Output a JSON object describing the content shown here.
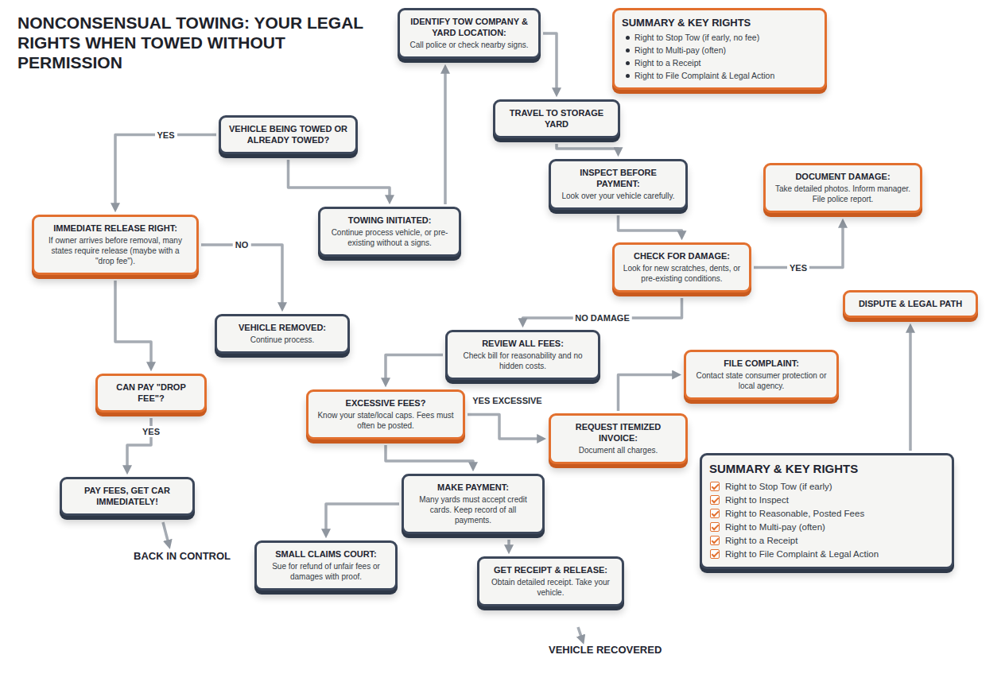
{
  "diagram": {
    "title": "NONCONSENSUAL TOWING: YOUR LEGAL RIGHTS WHEN TOWED WITHOUT PERMISSION",
    "nodes": [
      {
        "text": [
          "VEHICLE BEING TOWED OR ALREADY TOWED?"
        ]
      },
      {
        "text": [
          "IMMEDIATE RELEASE RIGHT:",
          "If owner arrives before removal, many states require release (maybe with a \"drop fee\")."
        ]
      },
      {
        "text": [
          "VEHICLE REMOVED:",
          "Continue process."
        ]
      },
      {
        "text": [
          "CAN PAY \"DROP FEE\"?"
        ]
      },
      {
        "text": [
          "PAY FEES, GET CAR IMMEDIATELY!"
        ]
      },
      {
        "text": [
          "TOWING INITIATED:",
          "Continue process vehicle, or pre-existing without a signs."
        ]
      },
      {
        "text": [
          "IDENTIFY TOW COMPANY & YARD LOCATION:",
          "Call police or check nearby signs."
        ]
      },
      {
        "text": [
          "TRAVEL TO STORAGE YARD"
        ]
      },
      {
        "text": [
          "INSPECT BEFORE PAYMENT:",
          "Look over your vehicle carefully."
        ]
      },
      {
        "text": [
          "CHECK FOR DAMAGE:",
          "Look for new scratches, dents, or pre-existing conditions."
        ]
      },
      {
        "text": [
          "DOCUMENT DAMAGE:",
          "Take detailed photos. Inform manager. File police report."
        ]
      },
      {
        "text": [
          "SUMMARY & KEY RIGHTS",
          "Right to Stop Tow (if early, no fee)",
          "Right to Multi-pay (often)",
          "Right to a Receipt",
          "Right to File Complaint & Legal Action"
        ]
      },
      {
        "text": [
          "REVIEW ALL FEES:",
          "Check bill for reasonability and no hidden costs."
        ]
      },
      {
        "text": [
          "EXCESSIVE FEES?",
          "Know your state/local caps. Fees must often be posted."
        ]
      },
      {
        "text": [
          "REQUEST ITEMIZED INVOICE:",
          "Document all charges."
        ]
      },
      {
        "text": [
          "FILE COMPLAINT:",
          "Contact state consumer protection or local agency."
        ]
      },
      {
        "text": [
          "DISPUTE & LEGAL PATH"
        ]
      },
      {
        "text": [
          "MAKE PAYMENT:",
          "Many yards must accept credit cards. Keep record of all payments."
        ]
      },
      {
        "text": [
          "SMALL CLAIMS COURT:",
          "Sue for refund of unfair fees or damages with proof."
        ]
      },
      {
        "text": [
          "GET RECEIPT & RELEASE:",
          "Obtain detailed receipt. Take your vehicle."
        ]
      },
      {
        "text": [
          "SUMMARY & KEY RIGHTS",
          "Right to Stop Tow (if early)",
          "Right to Inspect",
          "Right to Reasonable, Posted Fees",
          "Right to Multi-pay (often)",
          "Right to a Receipt",
          "Right to File Complaint & Legal Action"
        ]
      }
    ],
    "edges": [
      {
        "from": 0,
        "to": 1,
        "label": "YES",
        "arrow": "to"
      },
      {
        "from": 1,
        "to": 2,
        "label": "NO",
        "arrow": "to"
      },
      {
        "from": 1,
        "to": 3,
        "arrow": "to"
      },
      {
        "from": 3,
        "to": 4,
        "label": "YES",
        "arrow": "to"
      },
      {
        "from": 0,
        "to": 5,
        "arrow": "to"
      },
      {
        "from": 5,
        "to": 6,
        "arrow": "to"
      },
      {
        "from": 6,
        "to": 7,
        "arrow": "to"
      },
      {
        "from": 7,
        "to": 8,
        "arrow": "to"
      },
      {
        "from": 8,
        "to": 9,
        "arrow": "to"
      },
      {
        "from": 9,
        "to": 10,
        "label": "YES",
        "arrow": "to"
      },
      {
        "from": 9,
        "to": 12,
        "label": "NO DAMAGE",
        "arrow": "to"
      },
      {
        "from": 12,
        "to": 13,
        "arrow": "to"
      },
      {
        "from": 13,
        "to": 14,
        "label": "YES EXCESSIVE",
        "arrow": "to"
      },
      {
        "from": 13,
        "to": 17,
        "arrow": "to"
      },
      {
        "from": 14,
        "to": 15,
        "arrow": "to"
      },
      {
        "from": 20,
        "to": 16,
        "arrow": "to"
      },
      {
        "from": 17,
        "to": 18,
        "arrow": "to"
      },
      {
        "from": 17,
        "to": 19,
        "arrow": "to"
      }
    ],
    "labels": [
      "BACK IN CONTROL",
      "VEHICLE RECOVERED"
    ]
  }
}
